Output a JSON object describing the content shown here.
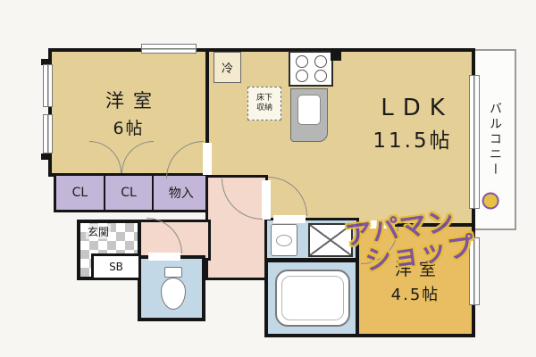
{
  "rooms": {
    "western6": {
      "name": "洋室",
      "size": "6帖"
    },
    "ldk": {
      "name": "LDK",
      "size": "11.5帖"
    },
    "western45": {
      "name": "洋室",
      "size": "4.5帖"
    },
    "balcony": {
      "name": "バルコニー"
    }
  },
  "storage": {
    "closet1": "CL",
    "closet2": "CL",
    "mono_ire": "物入",
    "shoe_box": "SB",
    "underfloor": "床下収納"
  },
  "labels": {
    "entrance": "玄関",
    "refrigerator": "冷"
  },
  "watermark": {
    "line1": "アパマン",
    "line2": "ショップ"
  },
  "colors": {
    "wall": "#151515",
    "room_tan": "#E4D096",
    "room_orange": "#E9BE62",
    "closet_purple": "#C4B6D8",
    "hallway_pink": "#F3D8CB",
    "wet_area_blue": "#C2D8E6",
    "watermark_purple": "#7B4FA0",
    "watermark_gold": "#E6BE3C"
  }
}
